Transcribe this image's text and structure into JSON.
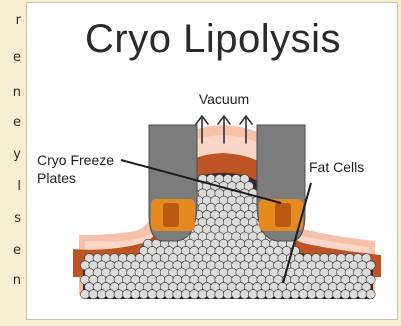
{
  "side_text": {
    "chars": [
      "r",
      "e",
      "n",
      "e",
      "y",
      "l",
      "s",
      "e",
      "n"
    ]
  },
  "diagram": {
    "title": "Cryo Lipolysis",
    "labels": {
      "vacuum": "Vacuum",
      "plates": [
        "Cryo Freeze",
        "Plates"
      ],
      "fat_cells": "Fat Cells"
    }
  },
  "colors": {
    "page_background": "#f6eed0",
    "skin": "#f5bda6",
    "fat_layer": "#c55a2a",
    "plate_body": "#7f7f7f",
    "plate_orange": "#e4891f",
    "cells": "#d9d9d9"
  }
}
